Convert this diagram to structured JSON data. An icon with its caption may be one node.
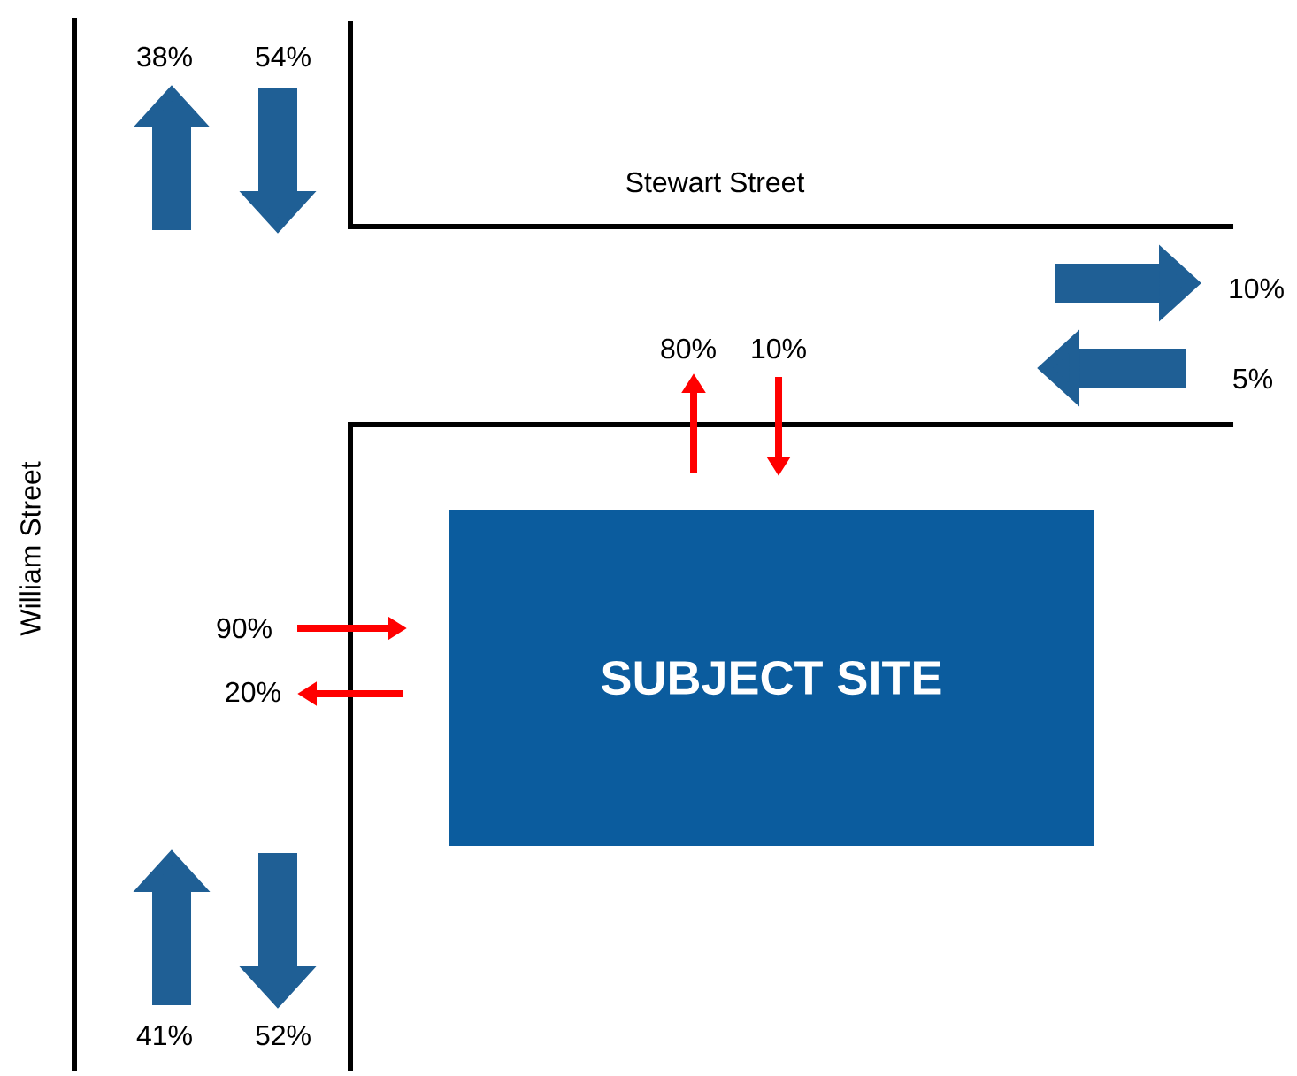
{
  "diagram": {
    "nodes": [
      {
        "text": [
          "SUBJECT SITE"
        ]
      }
    ],
    "labels": [
      "38%",
      "54%",
      "Stewart Street",
      "10%",
      "5%",
      "80%",
      "10%",
      "William Street",
      "90%",
      "20%",
      "41%",
      "52%"
    ]
  }
}
